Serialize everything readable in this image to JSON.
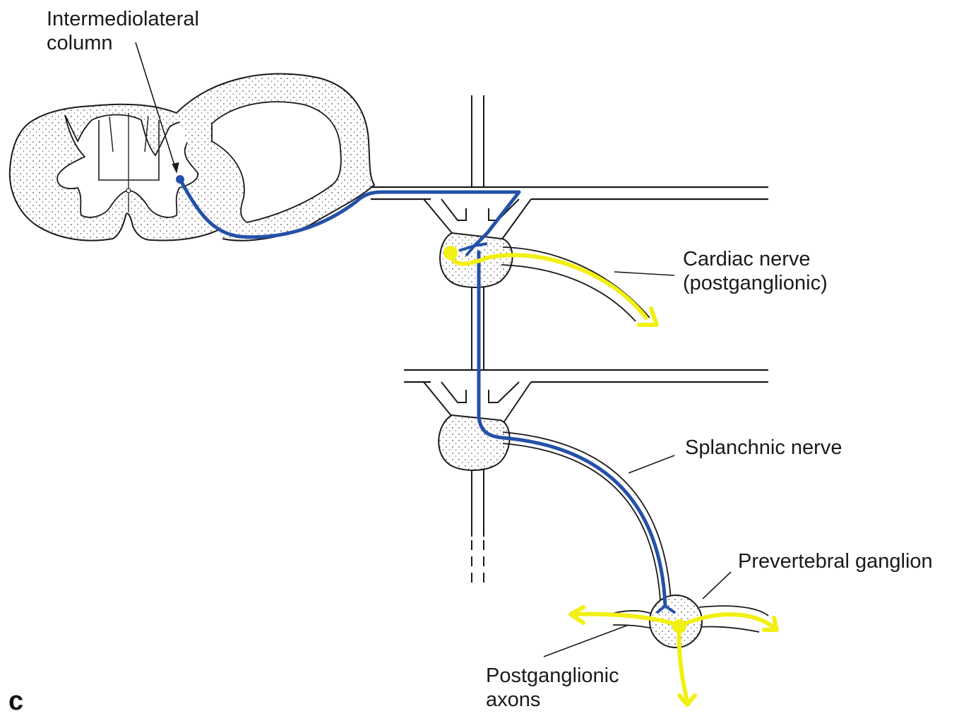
{
  "labels": {
    "intermediolateral_line1": "Intermediolateral",
    "intermediolateral_line2": "column",
    "cardiac_line1": "Cardiac nerve",
    "cardiac_line2": "(postganglionic)",
    "splanchnic": "Splanchnic nerve",
    "prevertebral": "Prevertebral ganglion",
    "postganglionic_line1": "Postganglionic",
    "postganglionic_line2": "axons",
    "panel_letter": "c"
  },
  "colors": {
    "preganglionic": "#2451a8",
    "postganglionic": "#f2ef14",
    "outline": "#1a1a1a",
    "background": "#ffffff"
  }
}
